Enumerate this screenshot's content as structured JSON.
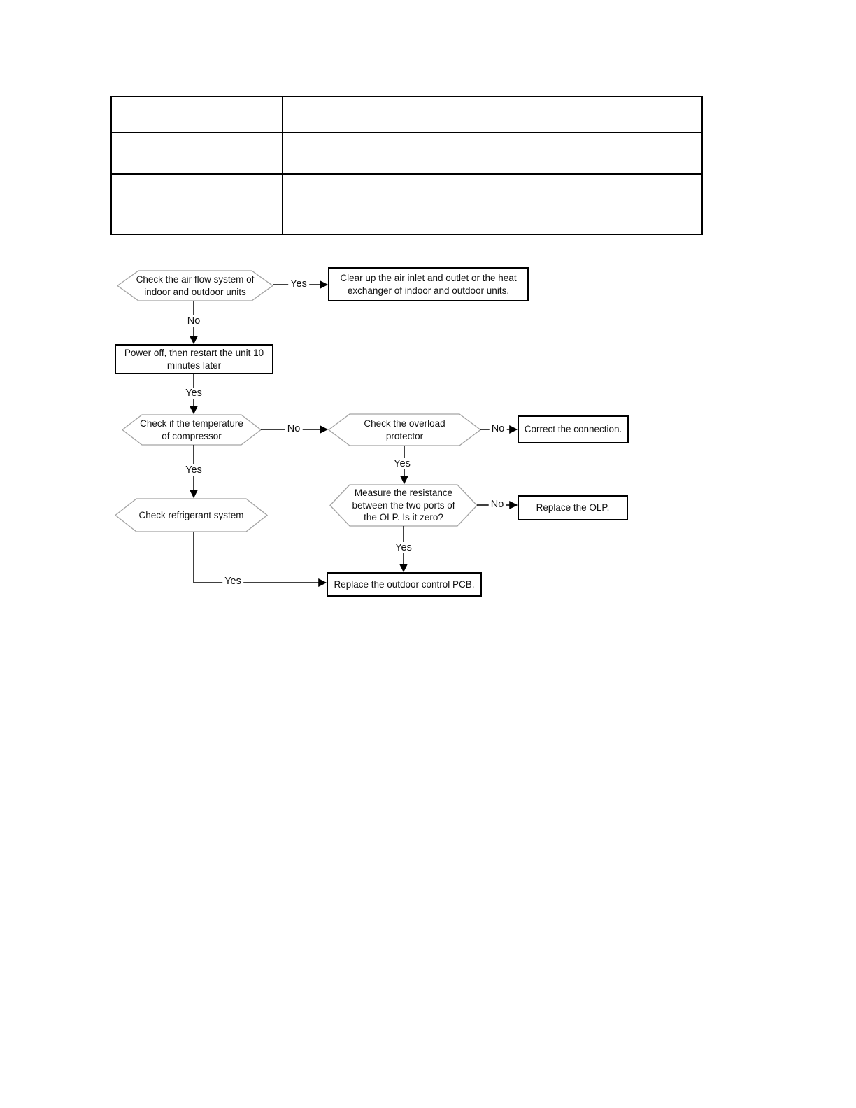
{
  "table": {
    "rows": [
      [
        "",
        ""
      ],
      [
        "",
        ""
      ],
      [
        "",
        ""
      ]
    ]
  },
  "flowchart": {
    "nodes": {
      "check_air_flow": {
        "type": "decision",
        "label": "Check the air flow system of indoor and outdoor units"
      },
      "clear_air_inlet": {
        "type": "process",
        "label": "Clear up the air inlet and outlet or the heat exchanger of indoor and outdoor units."
      },
      "power_off_restart": {
        "type": "process",
        "label": "Power off, then restart the unit 10 minutes later"
      },
      "check_compressor_temp": {
        "type": "decision",
        "label": "Check if the temperature of compressor"
      },
      "check_overload_protector": {
        "type": "decision",
        "label": "Check the overload protector"
      },
      "correct_connection": {
        "type": "process",
        "label": "Correct the connection."
      },
      "measure_olp_resistance": {
        "type": "decision",
        "label": "Measure the resistance between the two ports of the OLP. Is it zero?"
      },
      "replace_olp": {
        "type": "process",
        "label": "Replace the OLP."
      },
      "check_refrigerant": {
        "type": "decision",
        "label": "Check refrigerant system"
      },
      "replace_pcb": {
        "type": "process",
        "label": "Replace the outdoor control PCB."
      }
    },
    "connectors": [
      {
        "from": "check_air_flow",
        "to": "clear_air_inlet",
        "label": "Yes"
      },
      {
        "from": "check_air_flow",
        "to": "power_off_restart",
        "label": "No"
      },
      {
        "from": "power_off_restart",
        "to": "check_compressor_temp",
        "label": "Yes"
      },
      {
        "from": "check_compressor_temp",
        "to": "check_overload_protector",
        "label": "No"
      },
      {
        "from": "check_overload_protector",
        "to": "correct_connection",
        "label": "No"
      },
      {
        "from": "check_overload_protector",
        "to": "measure_olp_resistance",
        "label": "Yes"
      },
      {
        "from": "measure_olp_resistance",
        "to": "replace_olp",
        "label": "No"
      },
      {
        "from": "measure_olp_resistance",
        "to": "replace_pcb",
        "label": "Yes"
      },
      {
        "from": "check_compressor_temp",
        "to": "check_refrigerant",
        "label": "Yes"
      },
      {
        "from": "check_refrigerant",
        "to": "replace_pcb",
        "label": "Yes"
      }
    ]
  },
  "colors": {
    "background": "#ffffff",
    "line": "#000000",
    "decision_border": "#a3a3a3",
    "process_border": "#000000",
    "text": "#111111"
  }
}
